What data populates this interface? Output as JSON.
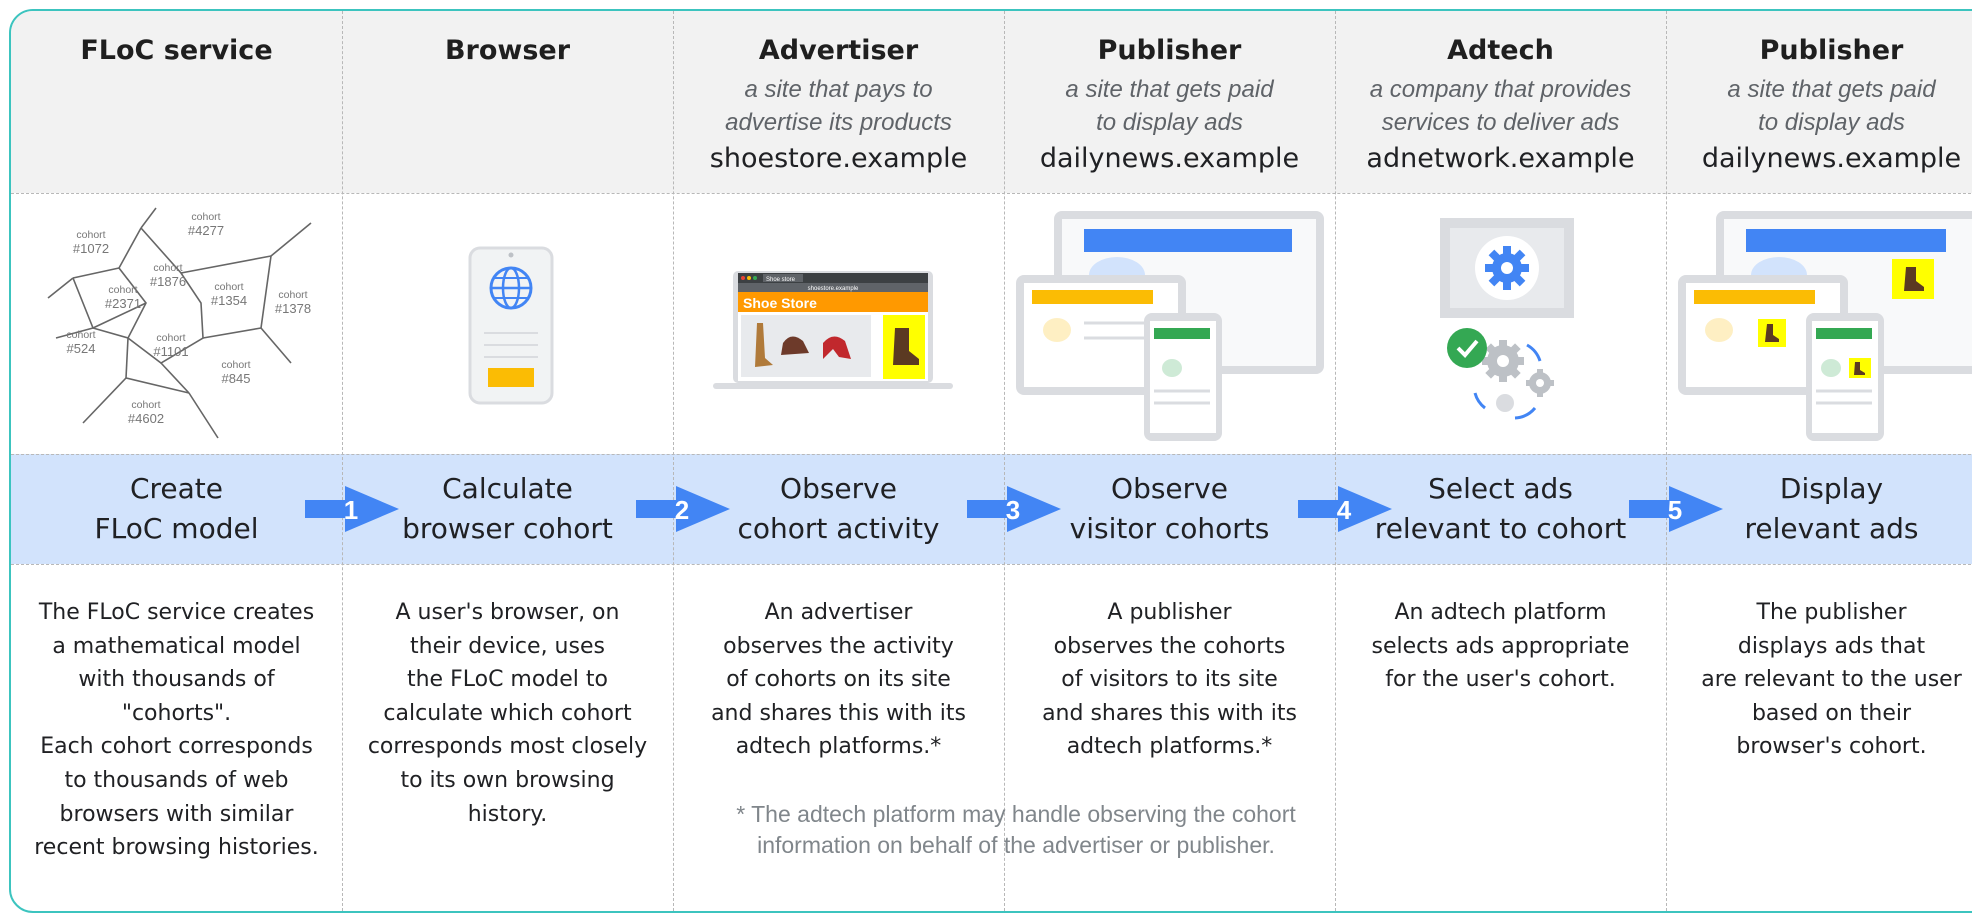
{
  "columns": [
    {
      "title": "FLoC service",
      "subtitle": "",
      "site": "",
      "step": "Create\nFLoC model",
      "description": "The FLoC service creates\na mathematical model\nwith thousands of\n\"cohorts\".\nEach cohort corresponds\nto thousands of web\nbrowsers with similar\nrecent browsing histories."
    },
    {
      "title": "Browser",
      "subtitle": "",
      "site": "",
      "step": "Calculate\nbrowser cohort",
      "description": "A user's browser, on\ntheir device, uses\nthe FLoC model to\ncalculate which cohort\ncorresponds most closely\nto its own browsing\nhistory."
    },
    {
      "title": "Advertiser",
      "subtitle": "a site that pays to\nadvertise its products",
      "site": "shoestore.example",
      "step": "Observe\ncohort activity",
      "description": "An advertiser\nobserves the activity\nof cohorts on its site\nand shares this with its\nadtech platforms.*"
    },
    {
      "title": "Publisher",
      "subtitle": "a site that gets paid\nto display ads",
      "site": "dailynews.example",
      "step": "Observe\nvisitor cohorts",
      "description": "A publisher\nobserves the cohorts\nof visitors to its site\nand shares this with its\nadtech platforms.*"
    },
    {
      "title": "Adtech",
      "subtitle": "a company that provides\nservices to deliver ads",
      "site": "adnetwork.example",
      "step": "Select ads\nrelevant to cohort",
      "description": "An adtech platform\nselects ads appropriate\nfor the user's cohort."
    },
    {
      "title": "Publisher",
      "subtitle": "a site that gets paid\nto display ads",
      "site": "dailynews.example",
      "step": "Display\nrelevant ads",
      "description": "The publisher\ndisplays ads that\nare relevant to the user\nbased on their\nbrowser's cohort."
    }
  ],
  "arrows": [
    "1",
    "2",
    "3",
    "4",
    "5"
  ],
  "cohorts": [
    "cohort",
    "#4277",
    "#1072",
    "#1876",
    "#2371",
    "#1354",
    "#1378",
    "#524",
    "#1101",
    "#845",
    "#4602"
  ],
  "shoestore": {
    "tab": "Shoe store",
    "url": "shoestore.example",
    "banner": "Shoe Store"
  },
  "footnote": "* The adtech platform may handle observing the cohort\ninformation on behalf of the advertiser or publisher.",
  "colors": {
    "border": "#3cc4bf",
    "step_band": "#d2e3fc",
    "arrow": "#4285f4",
    "header_band": "#f2f2f2",
    "ad_yellow": "#ffff00",
    "banner_orange": "#ff9900",
    "google_blue": "#4285f4",
    "google_green": "#34a853",
    "google_yellow": "#fbbc04"
  },
  "icons": [
    "voronoi-cohort-map",
    "phone-globe-icon",
    "laptop-shoe-store-icon",
    "news-devices-icon",
    "gear-check-icon",
    "news-devices-ads-icon",
    "arrow-step-icon"
  ]
}
